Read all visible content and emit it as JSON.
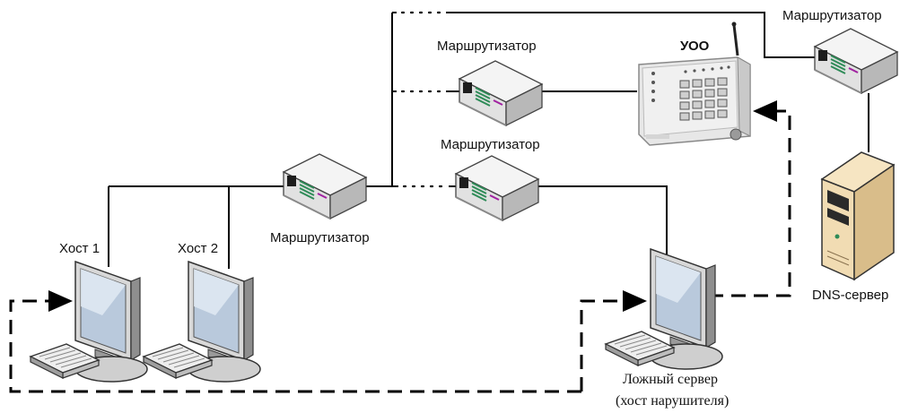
{
  "labels": {
    "host1": "Хост 1",
    "host2": "Хост 2",
    "router_center": "Маршрутизатор",
    "router_top_mid": "Маршрутизатор",
    "router_mid": "Маршрутизатор",
    "router_right": "Маршрутизатор",
    "uoo": "УОО",
    "dns": "DNS-сервер",
    "fake_server_line1": "Ложный сервер",
    "fake_server_line2": "(хост нарушителя)"
  },
  "colors": {
    "line": "#000000",
    "device_body": "#e9e9e9",
    "device_dark": "#7a7a7a",
    "router_led": "#2e8b57",
    "router_accent": "#a020a0",
    "screen": "#b9c9dc",
    "server_body": "#f1dcb3"
  },
  "icons": {
    "router": "router-icon",
    "workstation": "computer-icon",
    "dns_server": "server-icon",
    "uoo": "security-panel-icon"
  }
}
